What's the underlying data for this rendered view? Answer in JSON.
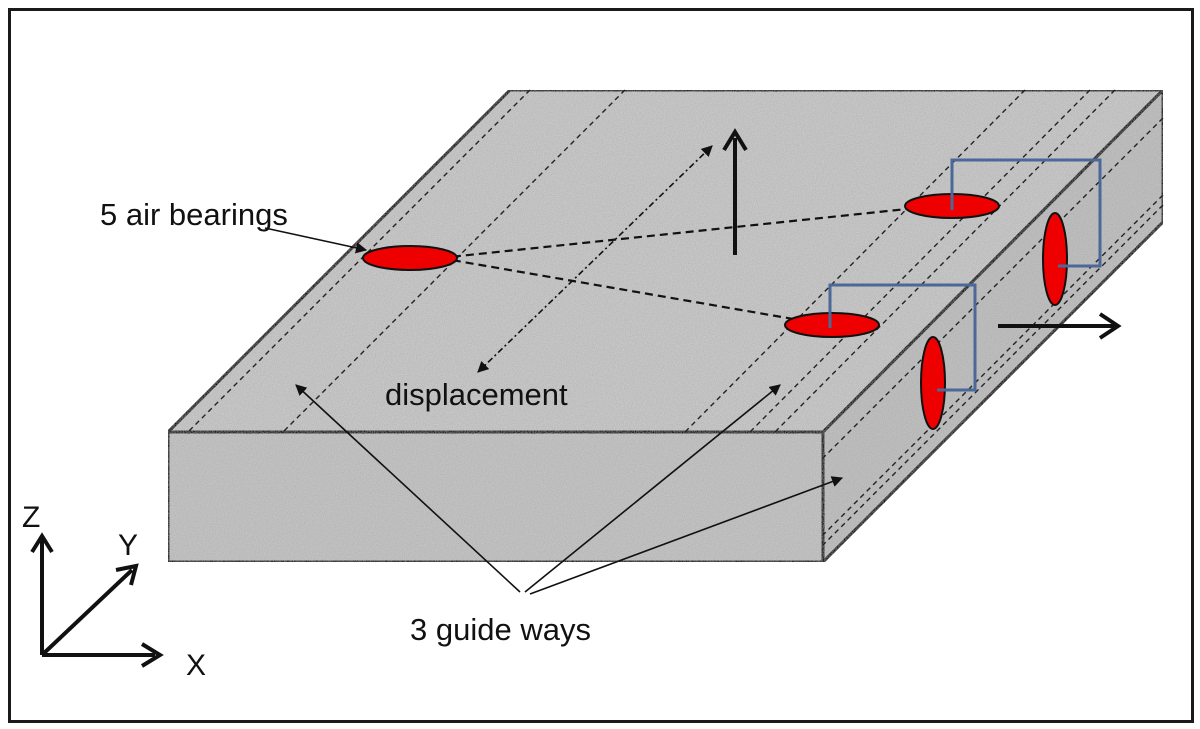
{
  "labels": {
    "air_bearings": "5 air bearings",
    "displacement": "displacement",
    "guide_ways": "3 guide ways"
  },
  "axes": {
    "z": "Z",
    "y": "Y",
    "x": "X"
  },
  "colors": {
    "granite": "#c6c6c6",
    "bearing": "#ee0000",
    "sensor_bracket": "#4a6898",
    "outline": "#111111"
  }
}
